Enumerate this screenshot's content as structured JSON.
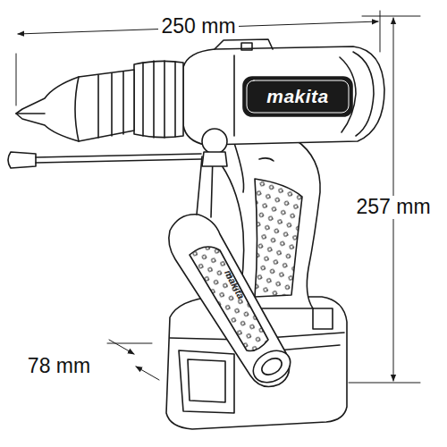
{
  "diagram": {
    "labels": [
      "250 mm",
      "257 mm",
      "78 mm",
      "makita",
      "makita"
    ]
  }
}
